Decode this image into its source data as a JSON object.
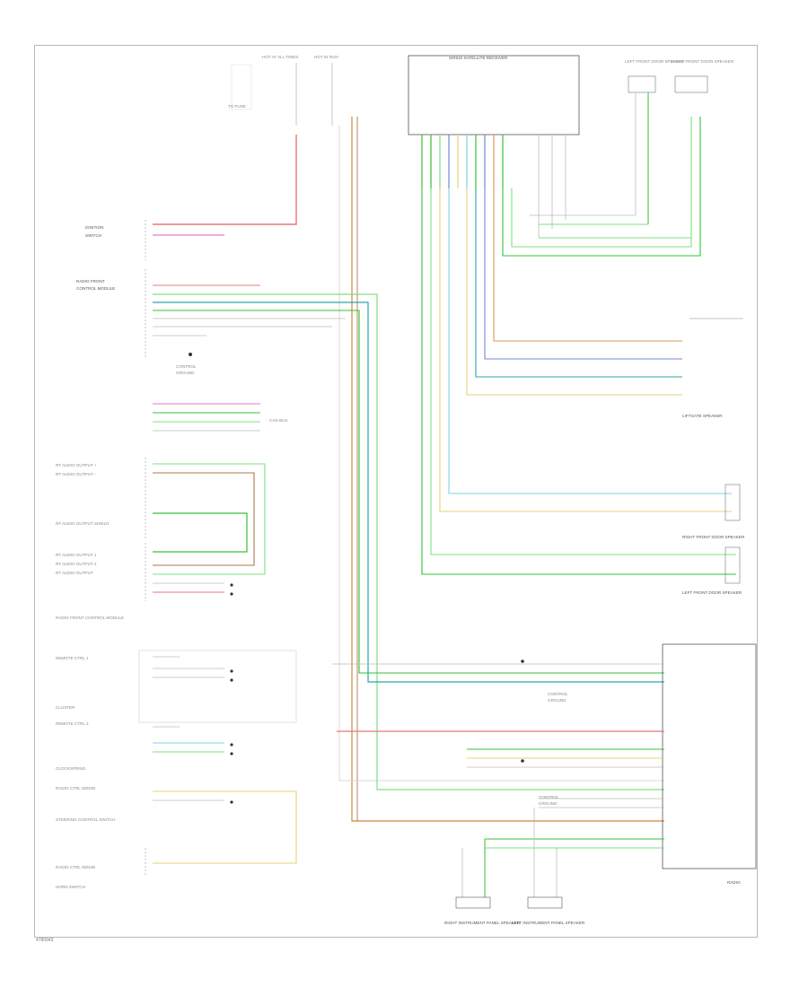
{
  "diagram": {
    "footer_code": "4780943",
    "colors": {
      "red": "#e8787a",
      "pink": "#e07ad0",
      "green": "#36c236",
      "lightgreen": "#7fe07f",
      "blue": "#6f88d8",
      "cyan": "#7cd6de",
      "yellow": "#e6d27a",
      "orange": "#d9985a",
      "brown": "#a9784c",
      "teal": "#2aa7a0",
      "gray": "#b9b9b9",
      "black": "#3c3c3c"
    },
    "fuse_block_labels": [
      "HOT AT ALL TIMES",
      "HOT IN RUN"
    ],
    "top_right_labels": [
      "SIRIUS SATELLITE RECEIVER",
      "LEFT FRONT DOOR SPEAKER",
      "RIGHT FRONT DOOR SPEAKER"
    ],
    "left_connectors": [
      "IGNITION SWITCH",
      "RADIO FRONT CONTROL MODULE",
      "CLOCKSPRING",
      "STEERING CONTROL SWITCH",
      "HORN SWITCH"
    ],
    "right_module_label": "RADIO",
    "bottom_speakers": [
      "RIGHT INSTRUMENT PANEL SPEAKER",
      "LEFT INSTRUMENT PANEL SPEAKER"
    ],
    "right_speakers": [
      "LIFTGATE SPEAKER",
      "RIGHT FRONT DOOR SPEAKER",
      "LEFT FRONT DOOR SPEAKER"
    ]
  }
}
